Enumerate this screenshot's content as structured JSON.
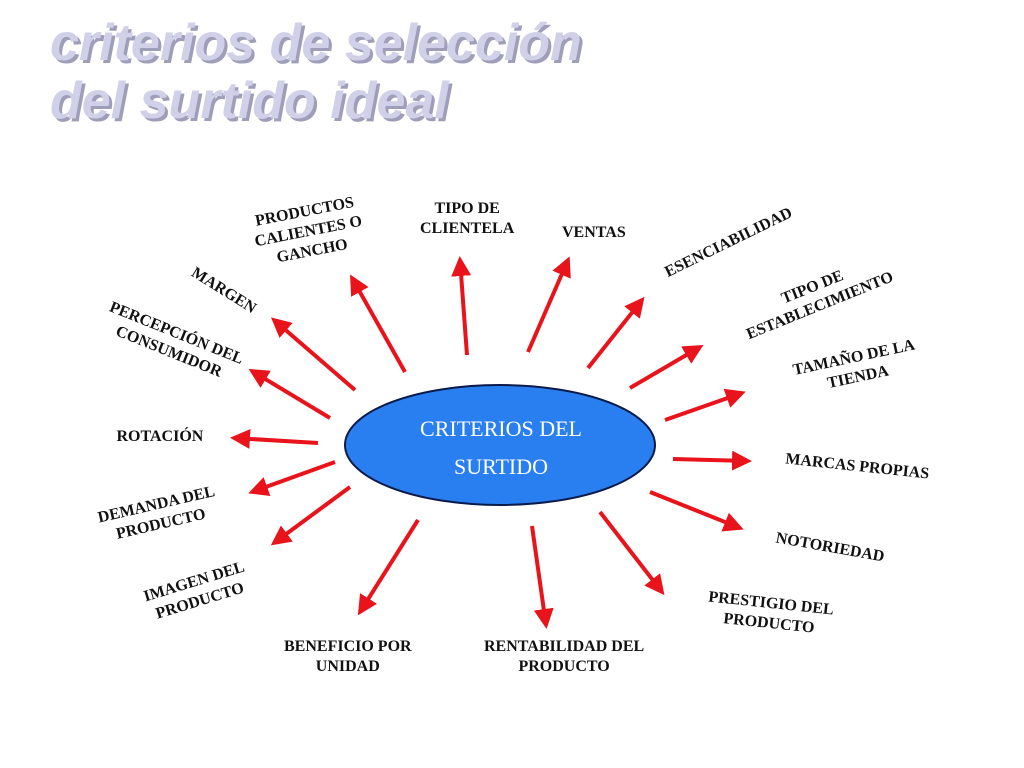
{
  "title": {
    "line1": "criterios de selección",
    "line2": "del surtido ideal"
  },
  "center": {
    "line1": "CRITERIOS DEL",
    "line2": "SURTIDO",
    "fill": "#2a7ff0",
    "stroke": "#0a1a4a"
  },
  "arrow_color": "#e8131b",
  "criteria": [
    {
      "id": "productos-calientes",
      "lines": [
        "PRODUCTOS",
        "CALIENTES O",
        "GANCHO"
      ]
    },
    {
      "id": "tipo-de-clientela",
      "lines": [
        "TIPO DE",
        "CLIENTELA"
      ]
    },
    {
      "id": "ventas",
      "lines": [
        "VENTAS"
      ]
    },
    {
      "id": "esenciabilidad",
      "lines": [
        "ESENCIABILIDAD"
      ]
    },
    {
      "id": "tipo-de-establecimiento",
      "lines": [
        "TIPO DE",
        "ESTABLECIMIENTO"
      ]
    },
    {
      "id": "tamano-de-la-tienda",
      "lines": [
        "TAMAÑO DE LA",
        "TIENDA"
      ]
    },
    {
      "id": "marcas-propias",
      "lines": [
        "MARCAS PROPIAS"
      ]
    },
    {
      "id": "notoriedad",
      "lines": [
        "NOTORIEDAD"
      ]
    },
    {
      "id": "prestigio-del-producto",
      "lines": [
        "PRESTIGIO DEL",
        "PRODUCTO"
      ]
    },
    {
      "id": "rentabilidad-del-producto",
      "lines": [
        "RENTABILIDAD DEL",
        "PRODUCTO"
      ]
    },
    {
      "id": "beneficio-por-unidad",
      "lines": [
        "BENEFICIO POR",
        "UNIDAD"
      ]
    },
    {
      "id": "imagen-del-producto",
      "lines": [
        "IMAGEN DEL",
        "PRODUCTO"
      ]
    },
    {
      "id": "demanda-del-producto",
      "lines": [
        "DEMANDA DEL",
        "PRODUCTO"
      ]
    },
    {
      "id": "rotacion",
      "lines": [
        "ROTACIÓN"
      ]
    },
    {
      "id": "percepcion-del-consumidor",
      "lines": [
        "PERCEPCIÓN DEL",
        "CONSUMIDOR"
      ]
    },
    {
      "id": "margen",
      "lines": [
        "MARGEN"
      ]
    }
  ]
}
